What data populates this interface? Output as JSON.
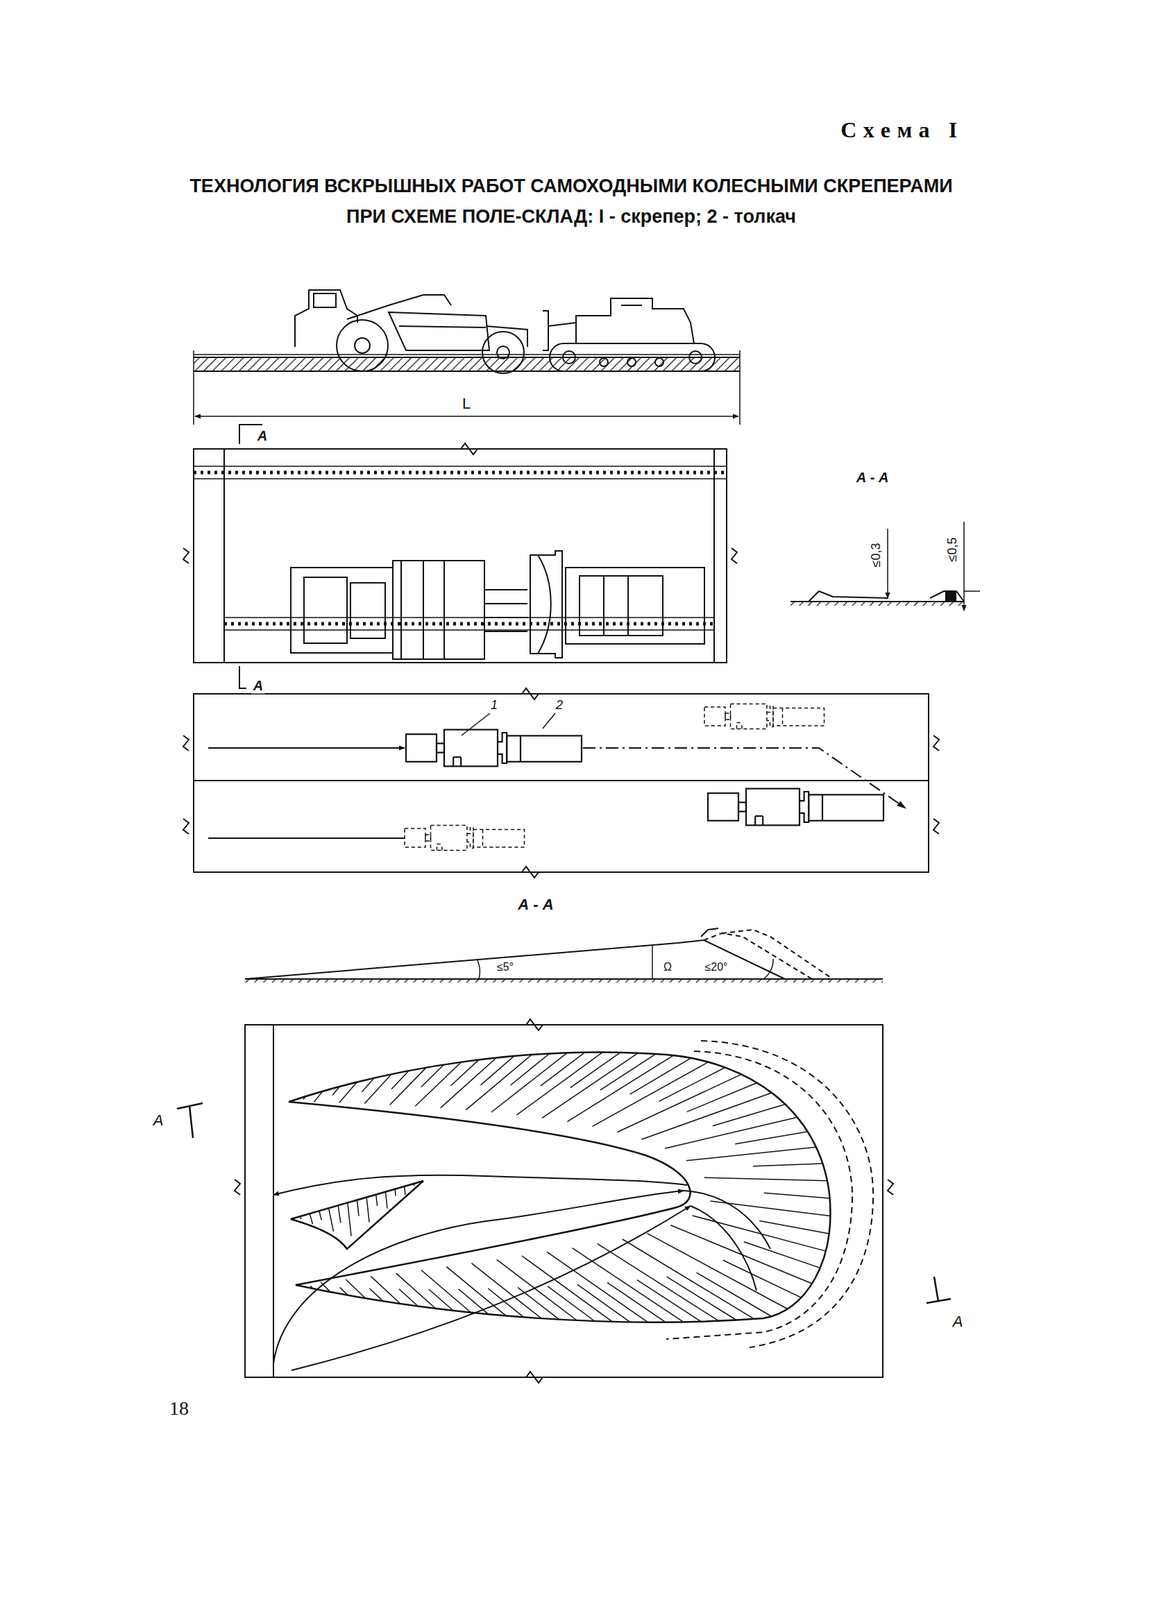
{
  "diagram": {
    "title": "ТЕХНОЛОГИЯ ВСКРЫШНЫХ РАБОТ САМОХОДНЫМИ КОЛЕСНЫМИ СКРЕПЕРАМИ ПРИ СХЕМЕ ПОЛЕ-СКЛАД: I - скрепер; 2 - толкач",
    "labels": [
      "Схема I",
      "L",
      "А",
      "А",
      "А - А",
      "≤0,3",
      "≤0,5",
      "1",
      "2",
      "А - А",
      "≤5°",
      "Ω",
      "≤20°",
      "А",
      "А",
      "18"
    ]
  }
}
